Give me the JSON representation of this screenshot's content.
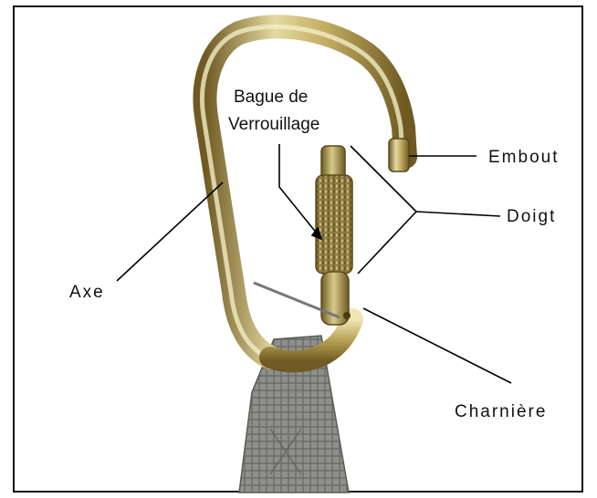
{
  "diagram": {
    "labels": {
      "bague": [
        "Bague de",
        "Verrouillage"
      ],
      "embout": "Embout",
      "doigt": "Doigt",
      "axe": "Axe",
      "charniere": "Charnière"
    },
    "colors": {
      "frame": "#111111",
      "metal_light": "#e4d9a0",
      "metal_mid": "#b7a154",
      "metal_dark": "#6e5a22",
      "strap": "#8f8f8b",
      "strap_dark": "#6c6c68",
      "leader": "#000000"
    }
  }
}
